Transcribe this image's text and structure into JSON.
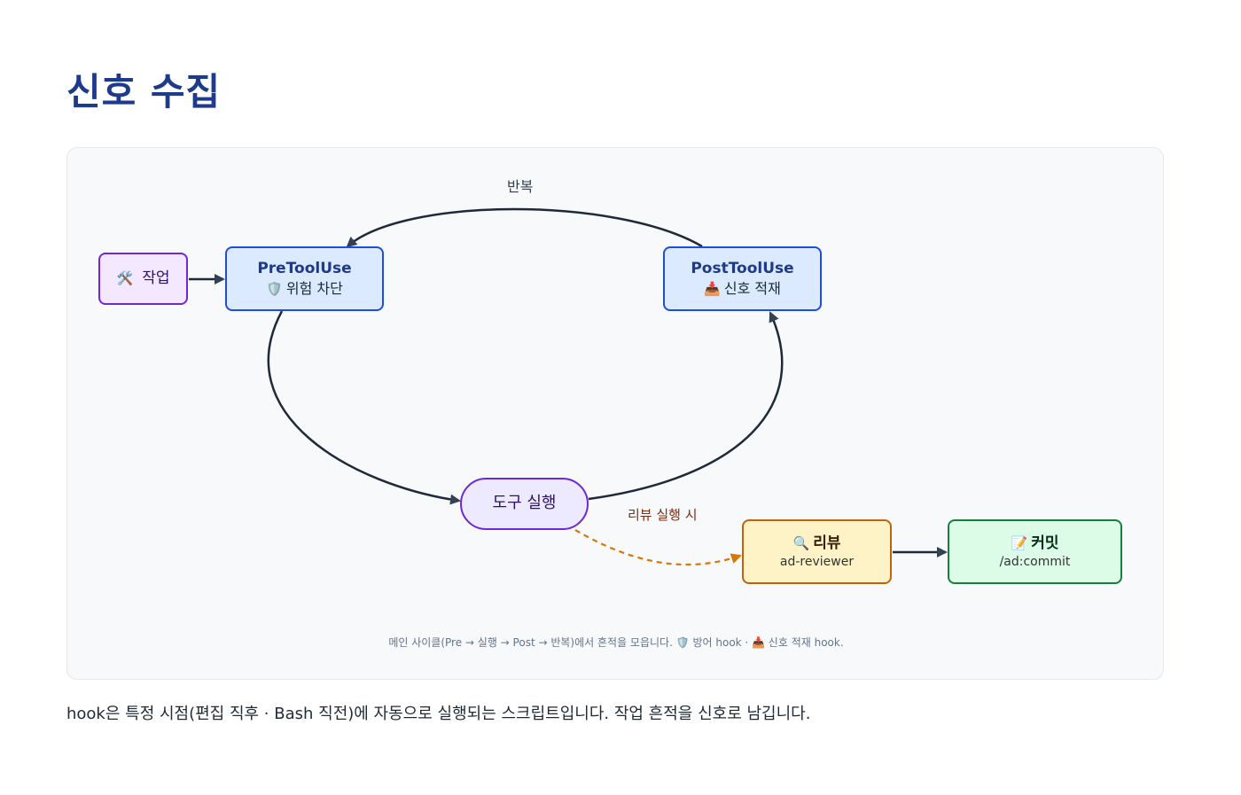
{
  "page": {
    "title": "신호 수집",
    "description": "hook은 특정 시점(편집 직후 · Bash 직전)에 자동으로 실행되는 스크립트입니다. 작업 흔적을 신호로 남깁니다."
  },
  "diagram": {
    "nodes": {
      "work": {
        "icon": "🛠️",
        "label": "작업"
      },
      "pre": {
        "title": "PreToolUse",
        "icon": "🛡️",
        "sub": "위험 차단"
      },
      "post": {
        "title": "PostToolUse",
        "icon": "📥",
        "sub": "신호 적재"
      },
      "exec": {
        "label": "도구 실행"
      },
      "review": {
        "icon": "🔍",
        "title": "리뷰",
        "sub": "ad-reviewer"
      },
      "commit": {
        "icon": "📝",
        "title": "커밋",
        "sub": "/ad:commit"
      }
    },
    "edge_labels": {
      "repeat": "반복",
      "review_trigger": "리뷰 실행 시"
    },
    "caption": "메인 사이클(Pre → 실행 → Post → 반복)에서 흔적을 모읍니다. 🛡️ 방어 hook · 📥 신호 적재 hook.",
    "colors": {
      "edge": "#1e293b",
      "dashed_edge": "#d97706",
      "node_blue_border": "#1d4ed8",
      "node_purple_border": "#6d28d9",
      "node_orange_border": "#c2620a",
      "node_green_border": "#15803d"
    }
  }
}
